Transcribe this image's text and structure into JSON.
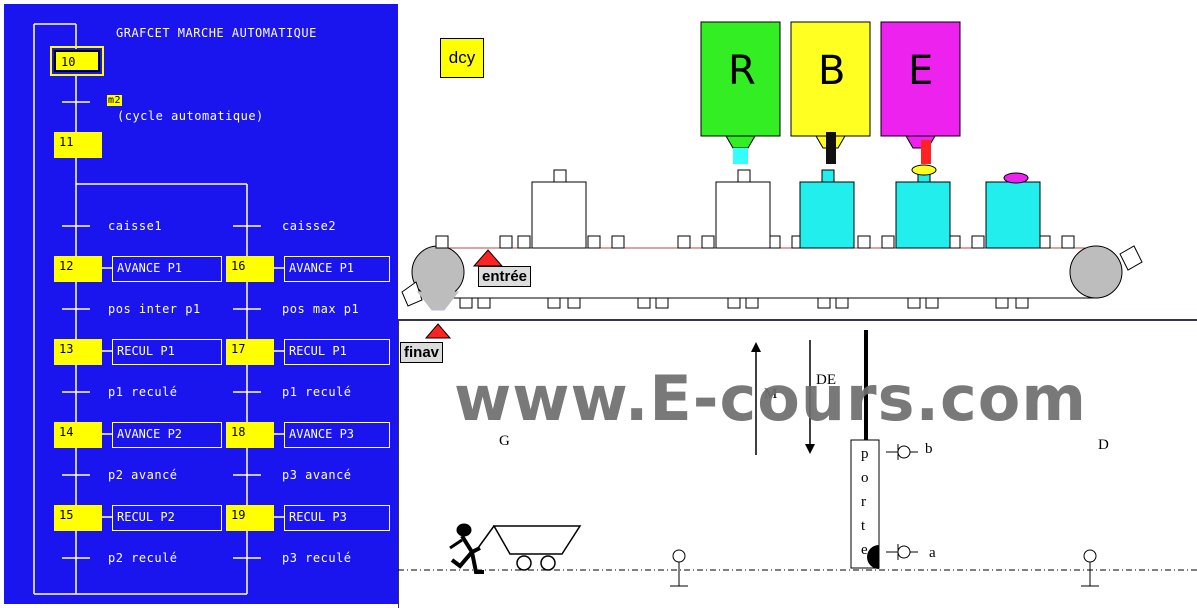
{
  "grafcet": {
    "title": "GRAFCET MARCHE AUTOMATIQUE",
    "initial_step": "10",
    "m2_tag": "m2",
    "cycle_label": "(cycle automatique)",
    "step_11": "11",
    "left_branch": {
      "entry_transition": "caisse1",
      "steps": [
        {
          "num": "12",
          "action": "AVANCE P1",
          "transition": "pos inter p1"
        },
        {
          "num": "13",
          "action": "RECUL P1",
          "transition": "p1 reculé"
        },
        {
          "num": "14",
          "action": "AVANCE P2",
          "transition": "p2 avancé"
        },
        {
          "num": "15",
          "action": "RECUL P2",
          "transition": "p2 reculé"
        }
      ]
    },
    "right_branch": {
      "entry_transition": "caisse2",
      "steps": [
        {
          "num": "16",
          "action": "AVANCE P1",
          "transition": "pos max p1"
        },
        {
          "num": "17",
          "action": "RECUL P1",
          "transition": "p1 reculé"
        },
        {
          "num": "18",
          "action": "AVANCE P3",
          "transition": "p3 avancé"
        },
        {
          "num": "19",
          "action": "RECUL P3",
          "transition": "p3 reculé"
        }
      ]
    }
  },
  "scene": {
    "dcy": "dcy",
    "tanks": [
      {
        "letter": "R",
        "color": "#33ee22",
        "nozzle": "#33ffff"
      },
      {
        "letter": "B",
        "color": "#ffff22",
        "nozzle": "#111111"
      },
      {
        "letter": "E",
        "color": "#ee22ee",
        "nozzle": "#ff2222"
      }
    ],
    "sensor_entree": "entrée",
    "sensor_finav": "finav",
    "labels": {
      "G": "G",
      "D": "D",
      "M": "M",
      "DE": "DE",
      "b": "b",
      "a": "a",
      "porte": [
        "p",
        "o",
        "r",
        "t",
        "e"
      ]
    },
    "watermark": "www.E-cours.com",
    "colors": {
      "grafcet_bg": "#1a14ee",
      "step_fill": "#ffff00",
      "box_fill": "#22eeee"
    }
  }
}
